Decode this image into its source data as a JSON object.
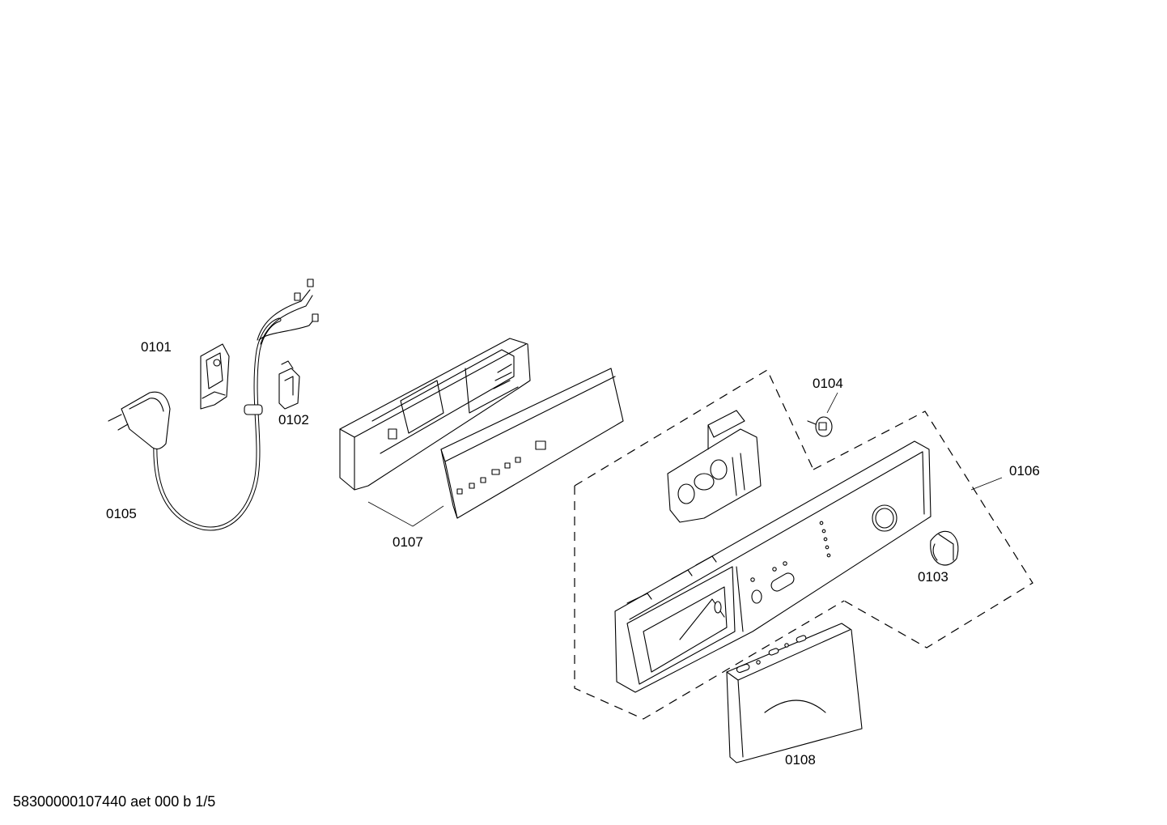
{
  "diagram": {
    "part_labels": {
      "p0101": "0101",
      "p0102": "0102",
      "p0103": "0103",
      "p0104": "0104",
      "p0105": "0105",
      "p0106": "0106",
      "p0107": "0107",
      "p0108": "0108"
    },
    "footer_code": "58300000107440 aet 000 b 1/5"
  }
}
